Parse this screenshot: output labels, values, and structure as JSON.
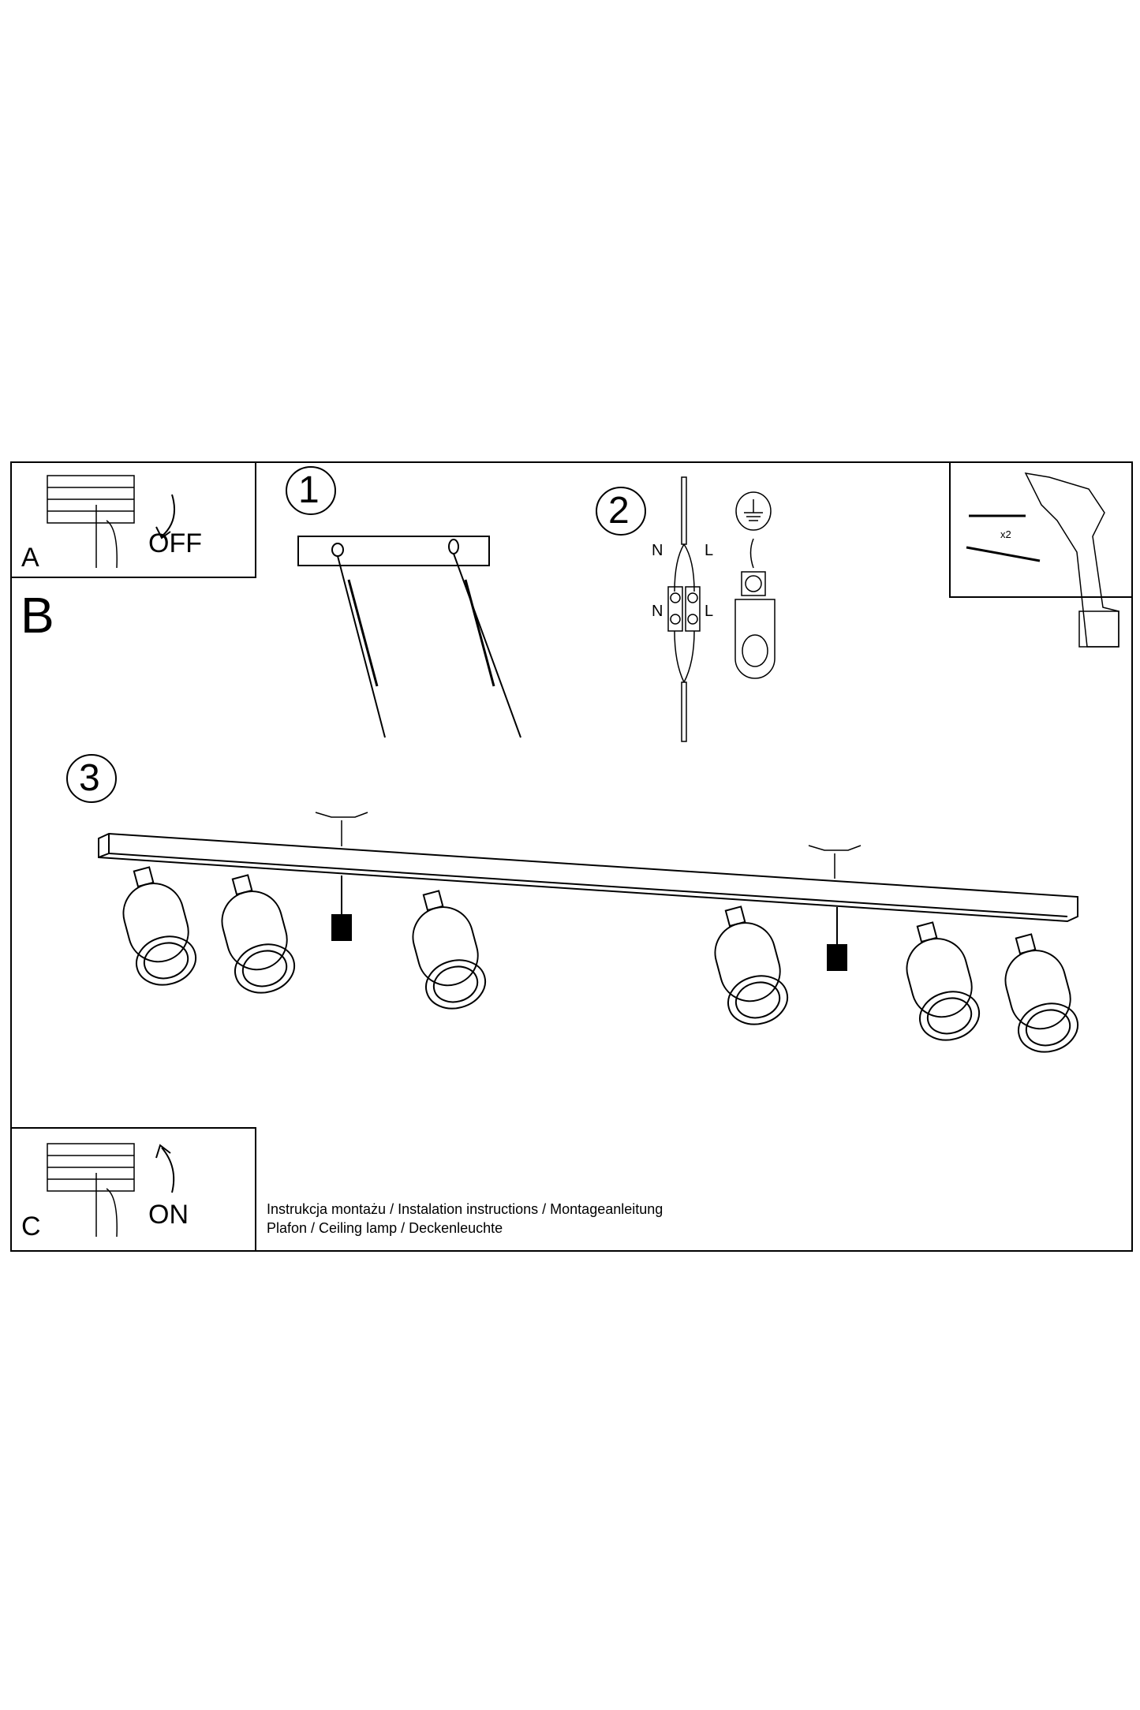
{
  "panel_a": {
    "letter": "A",
    "action": "OFF"
  },
  "panel_b": {
    "letter": "B"
  },
  "panel_c": {
    "letter": "C",
    "action": "ON"
  },
  "steps": [
    {
      "number": "1"
    },
    {
      "number": "2",
      "wire_labels": [
        "N",
        "L",
        "N",
        "L"
      ]
    },
    {
      "number": "3"
    }
  ],
  "tools": {
    "quantity": "x2"
  },
  "caption": {
    "line1": "Instrukcja montażu / Instalation instructions / Montageanleitung",
    "line2": "Plafon / Ceiling lamp / Deckenleuchte"
  },
  "colors": {
    "ink": "#000000",
    "paper": "#ffffff"
  }
}
